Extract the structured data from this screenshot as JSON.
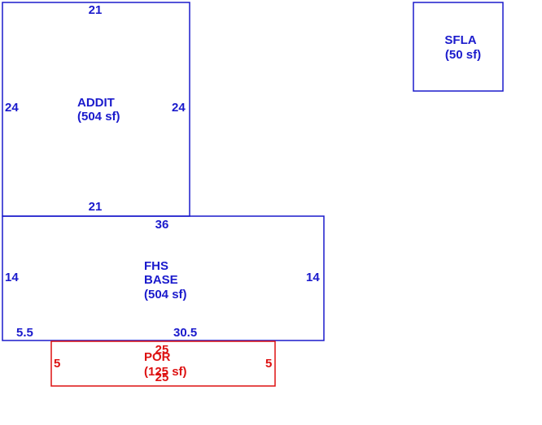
{
  "areas": {
    "addit": {
      "name": "ADDIT",
      "area": "(504 sf)",
      "top": "21",
      "bottom": "21",
      "left": "24",
      "right": "24",
      "color": "#1a1acc"
    },
    "sfla": {
      "name": "SFLA",
      "area": "(50 sf)",
      "color": "#1a1acc"
    },
    "fhs_base": {
      "name_line1": "FHS",
      "name_line2": "BASE",
      "area": "(504 sf)",
      "top": "36",
      "left": "14",
      "right": "14",
      "bottom_left": "5.5",
      "bottom_right": "30.5",
      "color": "#1a1acc"
    },
    "por": {
      "name": "POR",
      "area": "(125 sf)",
      "top": "25",
      "bottom": "25",
      "left": "5",
      "right": "5",
      "color": "#dd1111"
    }
  }
}
